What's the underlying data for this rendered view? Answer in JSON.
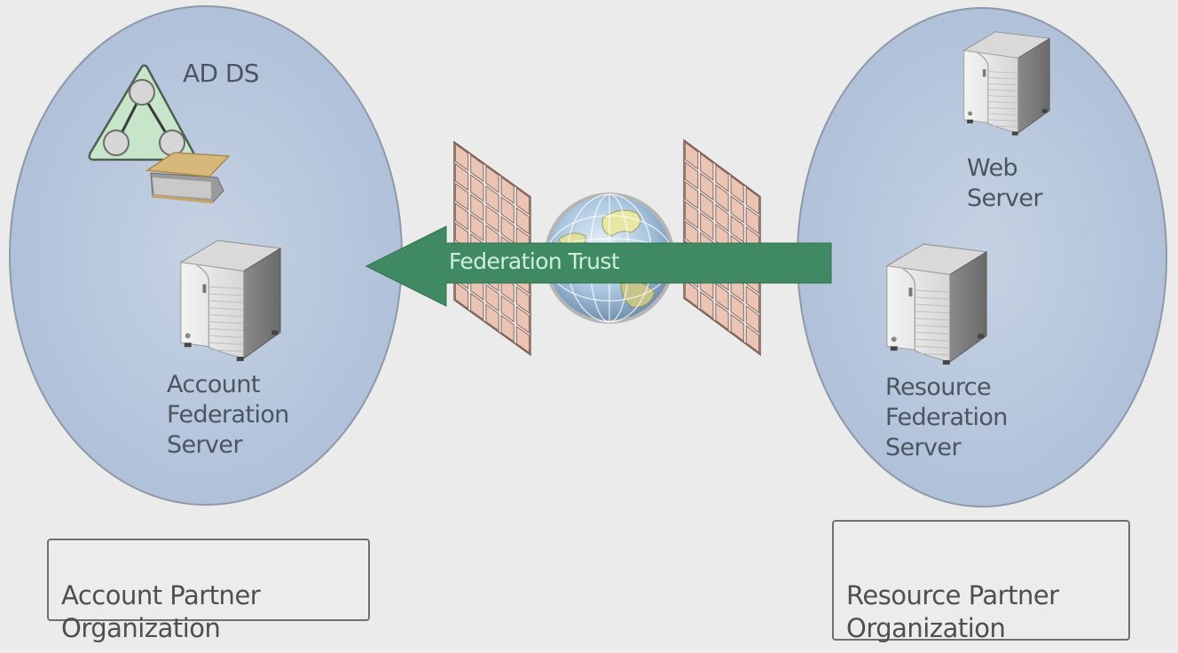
{
  "diagram": {
    "colors": {
      "background": "#ebebeb",
      "org_ellipse": "#b3c3da",
      "arrow": "#3f8a63",
      "arrow_text": "#cfeede",
      "firewall_tile": "#ecc4b4",
      "adds_triangle": "#c7e6c9"
    },
    "account_org": {
      "adds_label": "AD DS",
      "server_label": "Account\nFederation\nServer",
      "org_label": "Account Partner\nOrganization"
    },
    "resource_org": {
      "web_server_label": "Web\nServer",
      "server_label": "Resource\nFederation\nServer",
      "org_label": "Resource Partner\nOrganization"
    },
    "connection": {
      "label": "Federation Trust",
      "direction": "resource-to-account",
      "icons": [
        "firewall-icon",
        "globe-icon",
        "firewall-icon"
      ]
    }
  }
}
